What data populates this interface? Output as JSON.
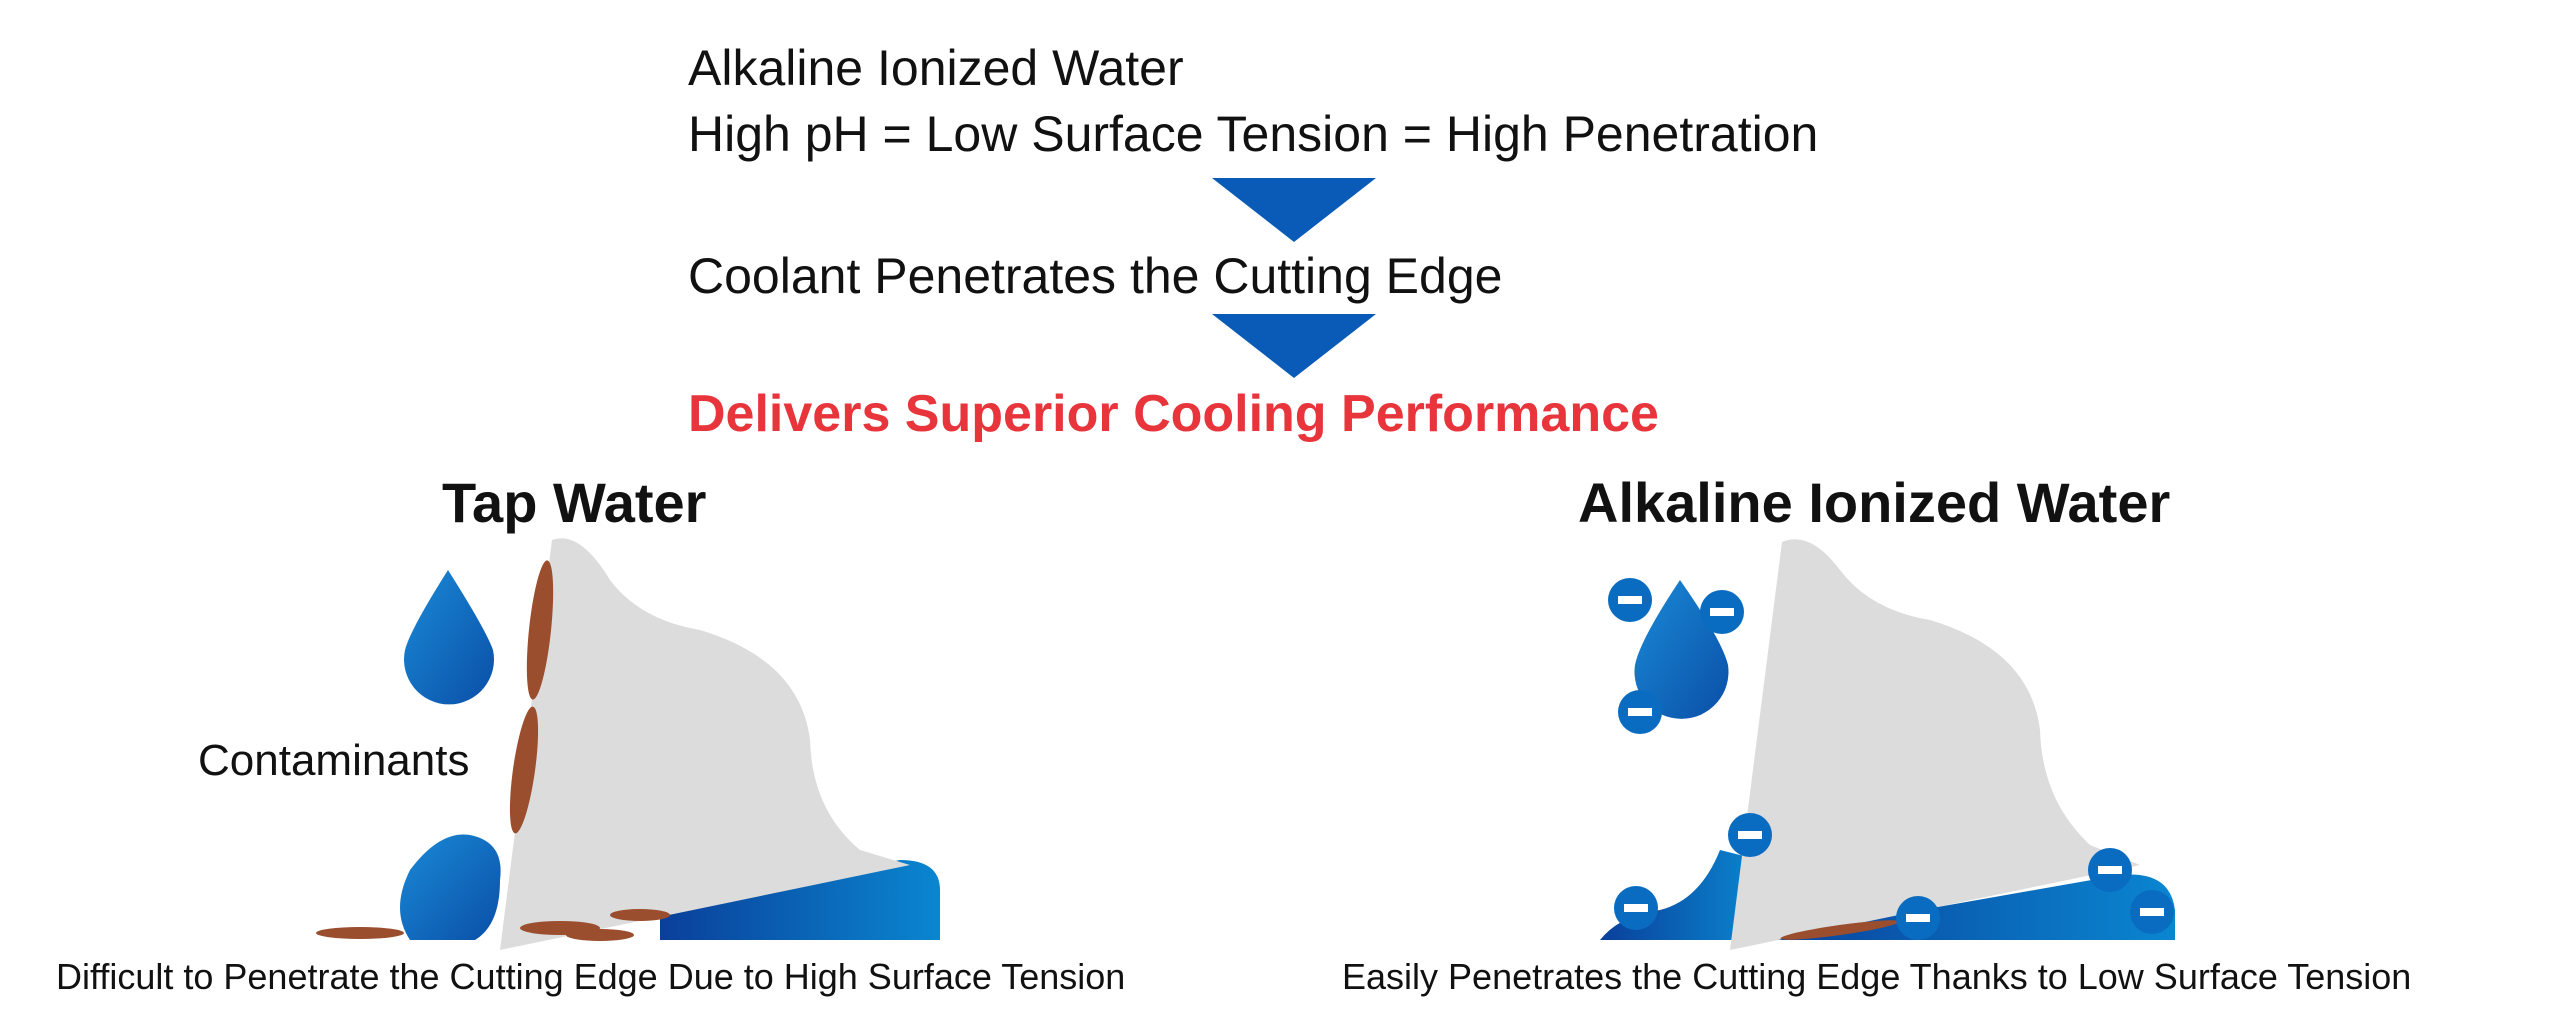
{
  "flow": {
    "title": "Alkaline Ionized Water",
    "equation": "High pH = Low Surface Tension = High Penetration",
    "step2": "Coolant Penetrates the Cutting Edge",
    "result": "Delivers Superior Cooling Performance"
  },
  "tap_panel": {
    "title": "Tap Water",
    "label": "Contaminants",
    "caption": "Difficult to Penetrate the Cutting Edge Due to High Surface Tension"
  },
  "alk_panel": {
    "title": "Alkaline Ionized Water",
    "caption": "Easily Penetrates the Cutting Edge Thanks to Low Surface Tension"
  },
  "icons": {
    "flow_arrow": "down-triangle-icon",
    "water_drop": "water-drop-icon",
    "negative_ion": "minus-ion-icon",
    "contaminant": "contaminant-blob-icon",
    "tool": "cutting-tool-icon"
  },
  "colors": {
    "text": "#111111",
    "accent_red": "#e8343b",
    "arrow_blue": "#0a5bb8",
    "water_blue": "#0a75c8",
    "tool_gray": "#dcdcdc",
    "contaminant_brown": "#9b4e2e"
  }
}
